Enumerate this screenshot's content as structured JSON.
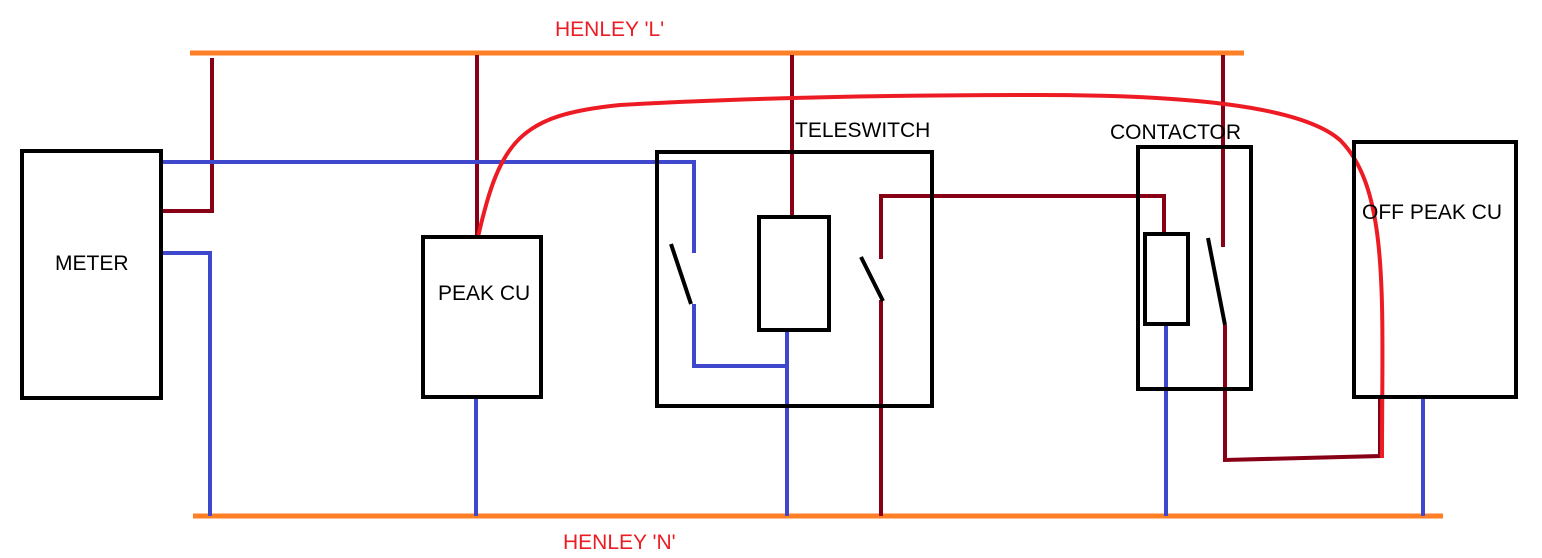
{
  "labels": {
    "henley_l": "HENLEY 'L'",
    "henley_n": "HENLEY 'N'",
    "meter": "METER",
    "peak_cu": "PEAK CU",
    "teleswitch": "TELESWITCH",
    "contactor": "CONTACTOR",
    "off_peak_cu": "OFF PEAK CU"
  },
  "colors": {
    "busbar": "#ff7f27",
    "live": "#880015",
    "neutral": "#3f48cc",
    "switched_live": "#ed1c24",
    "label_red": "#ed1c24",
    "outline": "#000000"
  }
}
